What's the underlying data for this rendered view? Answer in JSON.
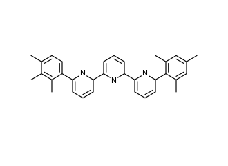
{
  "diagram": {
    "type": "structural-formula",
    "atom_labels": [
      {
        "id": "n-left",
        "text": "N"
      },
      {
        "id": "n-center",
        "text": "N"
      },
      {
        "id": "n-right",
        "text": "N"
      }
    ],
    "colors": {
      "bond": "#000000",
      "background": "#ffffff"
    }
  }
}
